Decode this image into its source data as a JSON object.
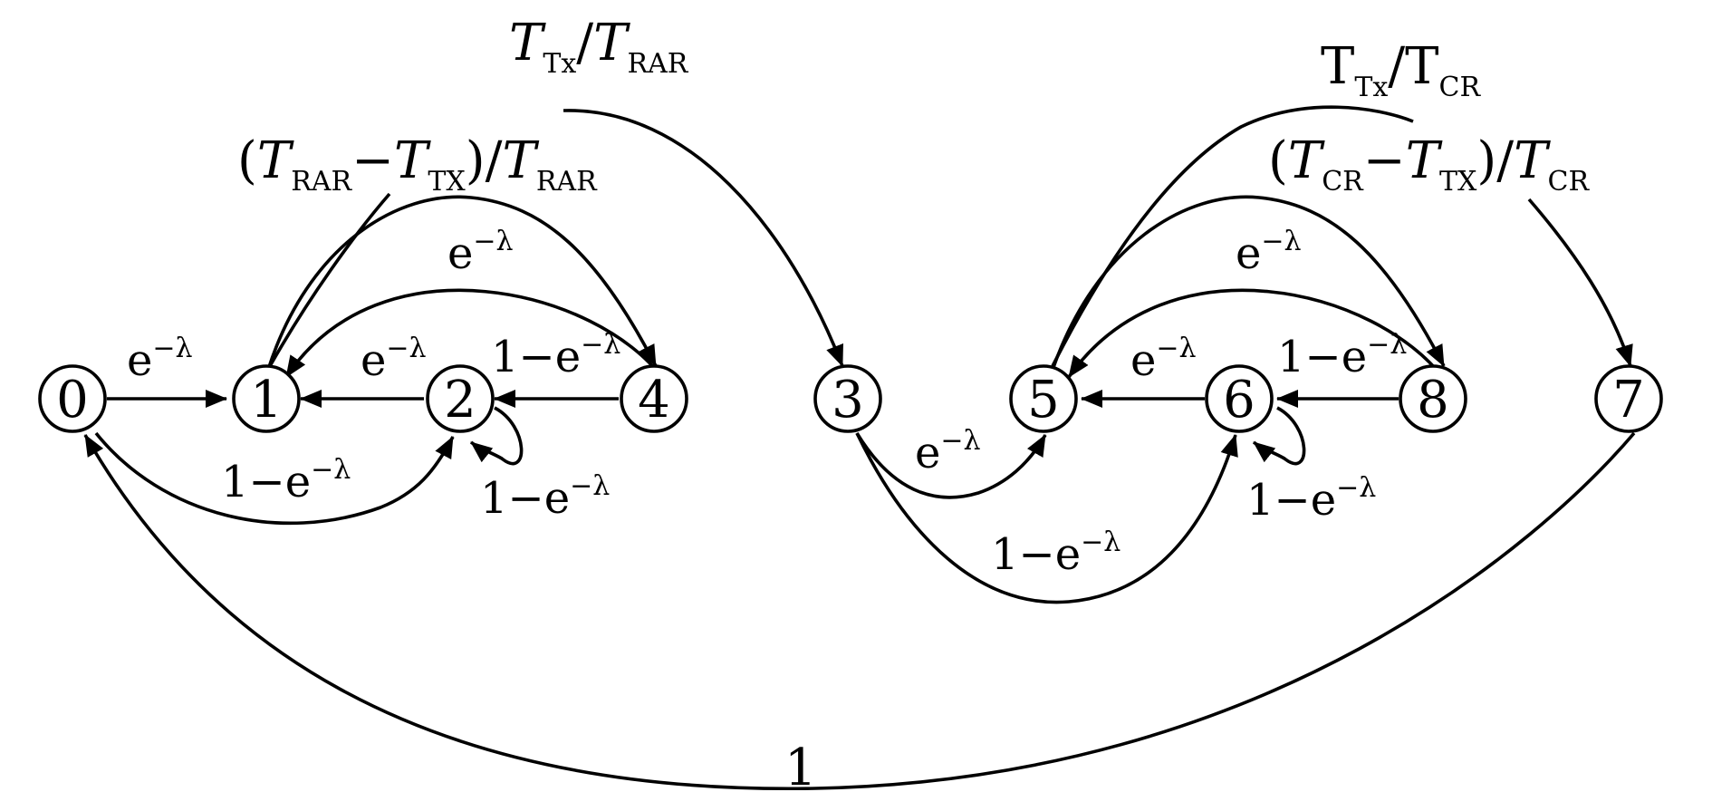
{
  "nodes": {
    "n0": "0",
    "n1": "1",
    "n2": "2",
    "n3": "3",
    "n4": "4",
    "n5": "5",
    "n6": "6",
    "n7": "7",
    "n8": "8"
  },
  "edges": {
    "e01": {
      "base": "e",
      "sup": "−λ"
    },
    "e21": {
      "base": "e",
      "sup": "−λ"
    },
    "e41": {
      "base": "e",
      "sup": "−λ"
    },
    "e42": {
      "base": "1−e",
      "sup": "−λ"
    },
    "e02": {
      "base": "1−e",
      "sup": "−λ"
    },
    "e22": {
      "base": "1−e",
      "sup": "−λ"
    },
    "e35": {
      "base": "e",
      "sup": "−λ"
    },
    "e36": {
      "base": "1−e",
      "sup": "−λ"
    },
    "e65": {
      "base": "e",
      "sup": "−λ"
    },
    "e85": {
      "base": "e",
      "sup": "−λ"
    },
    "e86": {
      "base": "1−e",
      "sup": "−λ"
    },
    "e66": {
      "base": "1−e",
      "sup": "−λ"
    },
    "e70": "1"
  },
  "fractions": {
    "tx_rar": {
      "t1": "T",
      "s1": "Tx",
      "slash": "/",
      "t2": "T",
      "s2": "RAR"
    },
    "rar_minus_tx": {
      "open": "(",
      "t1": "T",
      "s1": "RAR",
      "minus": "−",
      "t2": "T",
      "s2": "TX",
      "close": ")",
      "slash": "/",
      "t3": "T",
      "s3": "RAR"
    },
    "tx_cr": {
      "t1": "T",
      "s1": "Tx",
      "slash": "/",
      "t2": "T",
      "s2": "CR"
    },
    "cr_minus_tx": {
      "open": "(",
      "t1": "T",
      "s1": "CR",
      "minus": "−",
      "t2": "T",
      "s2": "TX",
      "close": ")",
      "slash": "/",
      "t3": "T",
      "s3": "CR"
    }
  }
}
